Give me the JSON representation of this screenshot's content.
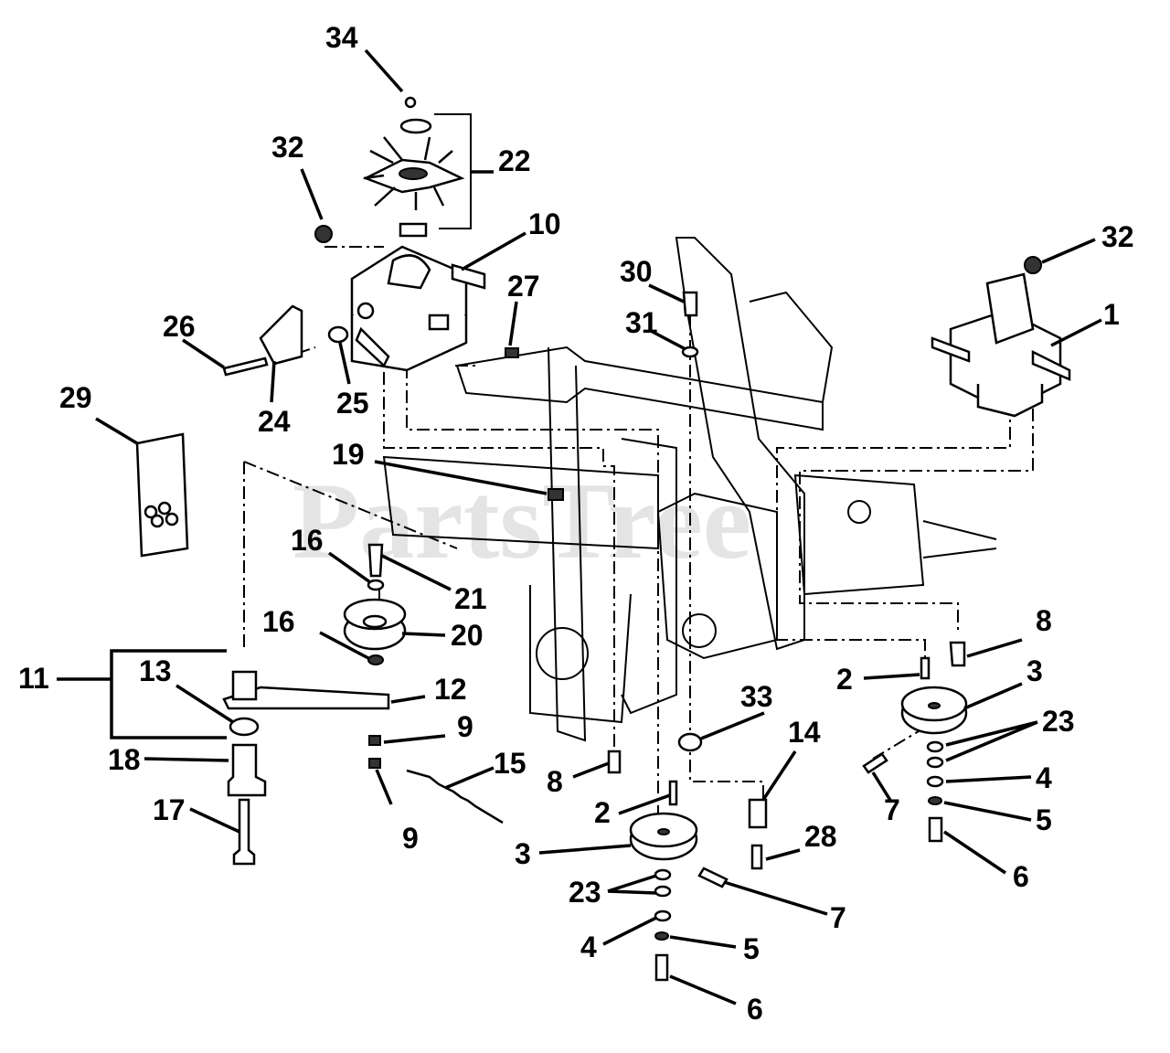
{
  "watermark": "PartsTree",
  "callouts": {
    "c1": "1",
    "c2a": "2",
    "c2b": "2",
    "c3a": "3",
    "c3b": "3",
    "c4a": "4",
    "c4b": "4",
    "c5a": "5",
    "c5b": "5",
    "c6a": "6",
    "c6b": "6",
    "c7a": "7",
    "c7b": "7",
    "c8a": "8",
    "c8b": "8",
    "c9a": "9",
    "c9b": "9",
    "c10": "10",
    "c11": "11",
    "c12": "12",
    "c13": "13",
    "c14": "14",
    "c15": "15",
    "c16a": "16",
    "c16b": "16",
    "c17": "17",
    "c18": "18",
    "c19": "19",
    "c20": "20",
    "c21": "21",
    "c22": "22",
    "c23a": "23",
    "c23b": "23",
    "c24": "24",
    "c25": "25",
    "c26": "26",
    "c27": "27",
    "c28": "28",
    "c29": "29",
    "c30": "30",
    "c31": "31",
    "c32a": "32",
    "c32b": "32",
    "c33": "33",
    "c34": "34"
  }
}
